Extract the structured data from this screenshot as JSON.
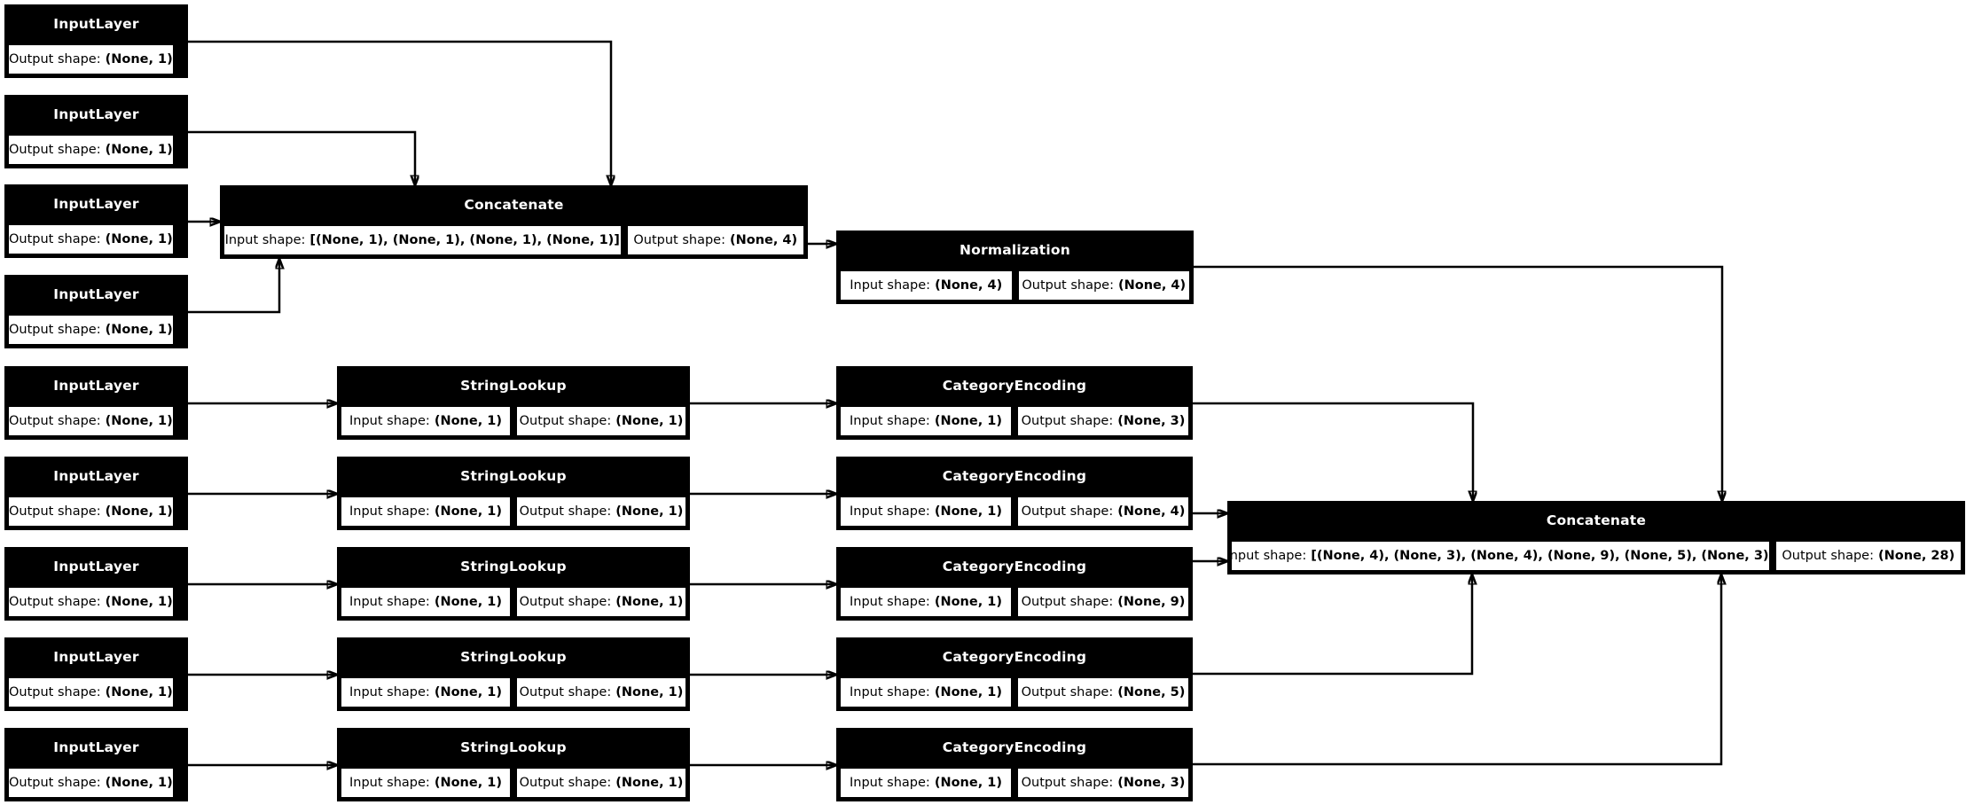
{
  "diagram": {
    "type": "keras-model-plot",
    "colors": {
      "background": "#ffffff",
      "node_fill": "#000000",
      "node_title_text": "#ffffff",
      "cell_fill": "#ffffff",
      "cell_text": "#000000",
      "edge": "#000000"
    }
  },
  "nodes": [
    {
      "id": "input-1",
      "title": "InputLayer",
      "cells": [
        {
          "label": "Output shape:",
          "value": "(None, 1)"
        }
      ]
    },
    {
      "id": "input-2",
      "title": "InputLayer",
      "cells": [
        {
          "label": "Output shape:",
          "value": "(None, 1)"
        }
      ]
    },
    {
      "id": "input-3",
      "title": "InputLayer",
      "cells": [
        {
          "label": "Output shape:",
          "value": "(None, 1)"
        }
      ]
    },
    {
      "id": "input-4",
      "title": "InputLayer",
      "cells": [
        {
          "label": "Output shape:",
          "value": "(None, 1)"
        }
      ]
    },
    {
      "id": "input-5",
      "title": "InputLayer",
      "cells": [
        {
          "label": "Output shape:",
          "value": "(None, 1)"
        }
      ]
    },
    {
      "id": "input-6",
      "title": "InputLayer",
      "cells": [
        {
          "label": "Output shape:",
          "value": "(None, 1)"
        }
      ]
    },
    {
      "id": "input-7",
      "title": "InputLayer",
      "cells": [
        {
          "label": "Output shape:",
          "value": "(None, 1)"
        }
      ]
    },
    {
      "id": "input-8",
      "title": "InputLayer",
      "cells": [
        {
          "label": "Output shape:",
          "value": "(None, 1)"
        }
      ]
    },
    {
      "id": "input-9",
      "title": "InputLayer",
      "cells": [
        {
          "label": "Output shape:",
          "value": "(None, 1)"
        }
      ]
    },
    {
      "id": "concatenate-1",
      "title": "Concatenate",
      "cells": [
        {
          "label": "Input shape:",
          "value": "[(None, 1), (None, 1), (None, 1), (None, 1)]"
        },
        {
          "label": "Output shape:",
          "value": "(None, 4)"
        }
      ]
    },
    {
      "id": "normalization",
      "title": "Normalization",
      "cells": [
        {
          "label": "Input shape:",
          "value": "(None, 4)"
        },
        {
          "label": "Output shape:",
          "value": "(None, 4)"
        }
      ]
    },
    {
      "id": "stringlookup-1",
      "title": "StringLookup",
      "cells": [
        {
          "label": "Input shape:",
          "value": "(None, 1)"
        },
        {
          "label": "Output shape:",
          "value": "(None, 1)"
        }
      ]
    },
    {
      "id": "stringlookup-2",
      "title": "StringLookup",
      "cells": [
        {
          "label": "Input shape:",
          "value": "(None, 1)"
        },
        {
          "label": "Output shape:",
          "value": "(None, 1)"
        }
      ]
    },
    {
      "id": "stringlookup-3",
      "title": "StringLookup",
      "cells": [
        {
          "label": "Input shape:",
          "value": "(None, 1)"
        },
        {
          "label": "Output shape:",
          "value": "(None, 1)"
        }
      ]
    },
    {
      "id": "stringlookup-4",
      "title": "StringLookup",
      "cells": [
        {
          "label": "Input shape:",
          "value": "(None, 1)"
        },
        {
          "label": "Output shape:",
          "value": "(None, 1)"
        }
      ]
    },
    {
      "id": "stringlookup-5",
      "title": "StringLookup",
      "cells": [
        {
          "label": "Input shape:",
          "value": "(None, 1)"
        },
        {
          "label": "Output shape:",
          "value": "(None, 1)"
        }
      ]
    },
    {
      "id": "categoryencoding-1",
      "title": "CategoryEncoding",
      "cells": [
        {
          "label": "Input shape:",
          "value": "(None, 1)"
        },
        {
          "label": "Output shape:",
          "value": "(None, 3)"
        }
      ]
    },
    {
      "id": "categoryencoding-2",
      "title": "CategoryEncoding",
      "cells": [
        {
          "label": "Input shape:",
          "value": "(None, 1)"
        },
        {
          "label": "Output shape:",
          "value": "(None, 4)"
        }
      ]
    },
    {
      "id": "categoryencoding-3",
      "title": "CategoryEncoding",
      "cells": [
        {
          "label": "Input shape:",
          "value": "(None, 1)"
        },
        {
          "label": "Output shape:",
          "value": "(None, 9)"
        }
      ]
    },
    {
      "id": "categoryencoding-4",
      "title": "CategoryEncoding",
      "cells": [
        {
          "label": "Input shape:",
          "value": "(None, 1)"
        },
        {
          "label": "Output shape:",
          "value": "(None, 5)"
        }
      ]
    },
    {
      "id": "categoryencoding-5",
      "title": "CategoryEncoding",
      "cells": [
        {
          "label": "Input shape:",
          "value": "(None, 1)"
        },
        {
          "label": "Output shape:",
          "value": "(None, 3)"
        }
      ]
    },
    {
      "id": "concatenate-2",
      "title": "Concatenate",
      "cells": [
        {
          "label": "Input shape:",
          "value": "[(None, 4), (None, 3), (None, 4), (None, 9), (None, 5), (None, 3)]"
        },
        {
          "label": "Output shape:",
          "value": "(None, 28)"
        }
      ]
    }
  ],
  "connections": [
    {
      "from": "input-1",
      "to": "concatenate-1"
    },
    {
      "from": "input-2",
      "to": "concatenate-1"
    },
    {
      "from": "input-3",
      "to": "concatenate-1"
    },
    {
      "from": "input-4",
      "to": "concatenate-1"
    },
    {
      "from": "concatenate-1",
      "to": "normalization"
    },
    {
      "from": "normalization",
      "to": "concatenate-2"
    },
    {
      "from": "input-5",
      "to": "stringlookup-1"
    },
    {
      "from": "input-6",
      "to": "stringlookup-2"
    },
    {
      "from": "input-7",
      "to": "stringlookup-3"
    },
    {
      "from": "input-8",
      "to": "stringlookup-4"
    },
    {
      "from": "input-9",
      "to": "stringlookup-5"
    },
    {
      "from": "stringlookup-1",
      "to": "categoryencoding-1"
    },
    {
      "from": "stringlookup-2",
      "to": "categoryencoding-2"
    },
    {
      "from": "stringlookup-3",
      "to": "categoryencoding-3"
    },
    {
      "from": "stringlookup-4",
      "to": "categoryencoding-4"
    },
    {
      "from": "stringlookup-5",
      "to": "categoryencoding-5"
    },
    {
      "from": "categoryencoding-1",
      "to": "concatenate-2"
    },
    {
      "from": "categoryencoding-2",
      "to": "concatenate-2"
    },
    {
      "from": "categoryencoding-3",
      "to": "concatenate-2"
    },
    {
      "from": "categoryencoding-4",
      "to": "concatenate-2"
    },
    {
      "from": "categoryencoding-5",
      "to": "concatenate-2"
    }
  ]
}
